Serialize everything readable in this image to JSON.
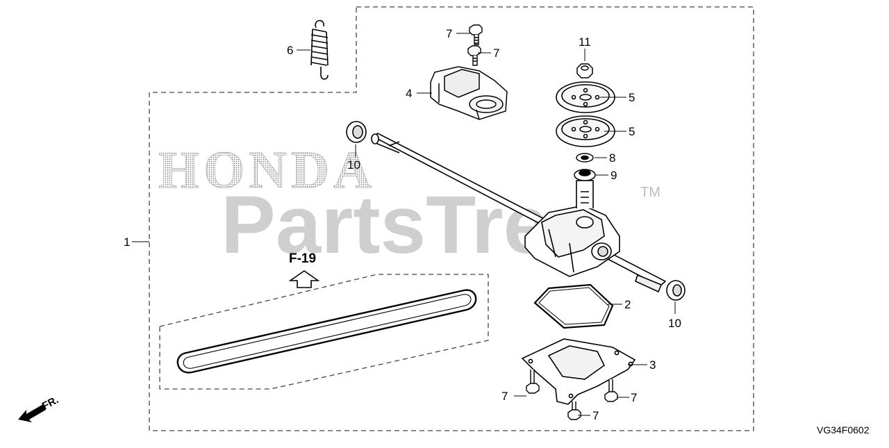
{
  "watermark": {
    "honda": "HONDA",
    "brand": "PartsTree",
    "trademark": "TM"
  },
  "diagram_code": "VG34F0602",
  "reference": "F-19",
  "front_label": "FR.",
  "callouts": {
    "c1": "1",
    "c2": "2",
    "c3": "3",
    "c4": "4",
    "c5a": "5",
    "c5b": "5",
    "c6": "6",
    "c7a": "7",
    "c7b": "7",
    "c7c": "7",
    "c7d": "7",
    "c7e": "7",
    "c8": "8",
    "c9": "9",
    "c10a": "10",
    "c10b": "10",
    "c11": "11"
  }
}
